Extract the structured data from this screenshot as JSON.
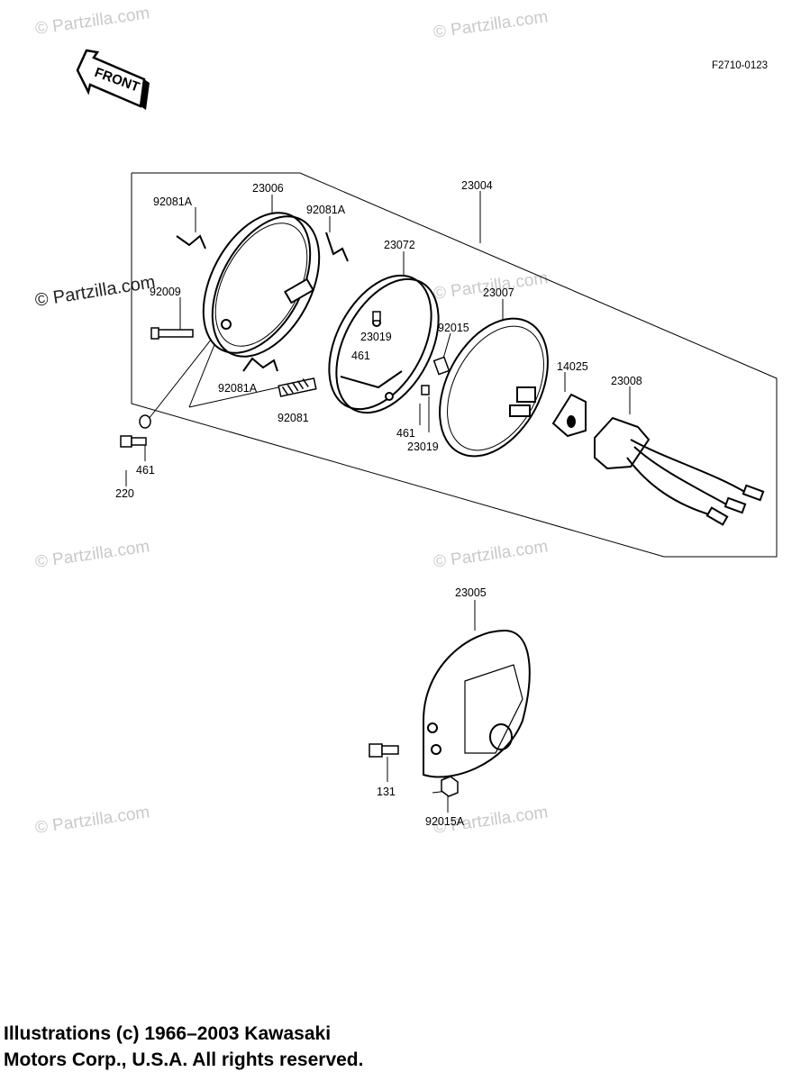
{
  "diagram_code": "F2710-0123",
  "front_arrow_label": "FRONT",
  "watermark_text": "© Partzilla.com",
  "parts": {
    "p23006": "23006",
    "p23004": "23004",
    "p92081A_1": "92081A",
    "p92081A_2": "92081A",
    "p92081A_3": "92081A",
    "p23072": "23072",
    "p92009": "92009",
    "p23007": "23007",
    "p23019_1": "23019",
    "p461_1": "461",
    "p92015": "92015",
    "p14025": "14025",
    "p23008": "23008",
    "p92081": "92081",
    "p461_2": "461",
    "p23019_2": "23019",
    "p461_3": "461",
    "p220": "220",
    "p23005": "23005",
    "p131": "131",
    "p92015A": "92015A"
  },
  "copyright": {
    "line1": "Illustrations (c) 1966–2003 Kawasaki",
    "line2": "Motors Corp., U.S.A.  All rights reserved."
  }
}
